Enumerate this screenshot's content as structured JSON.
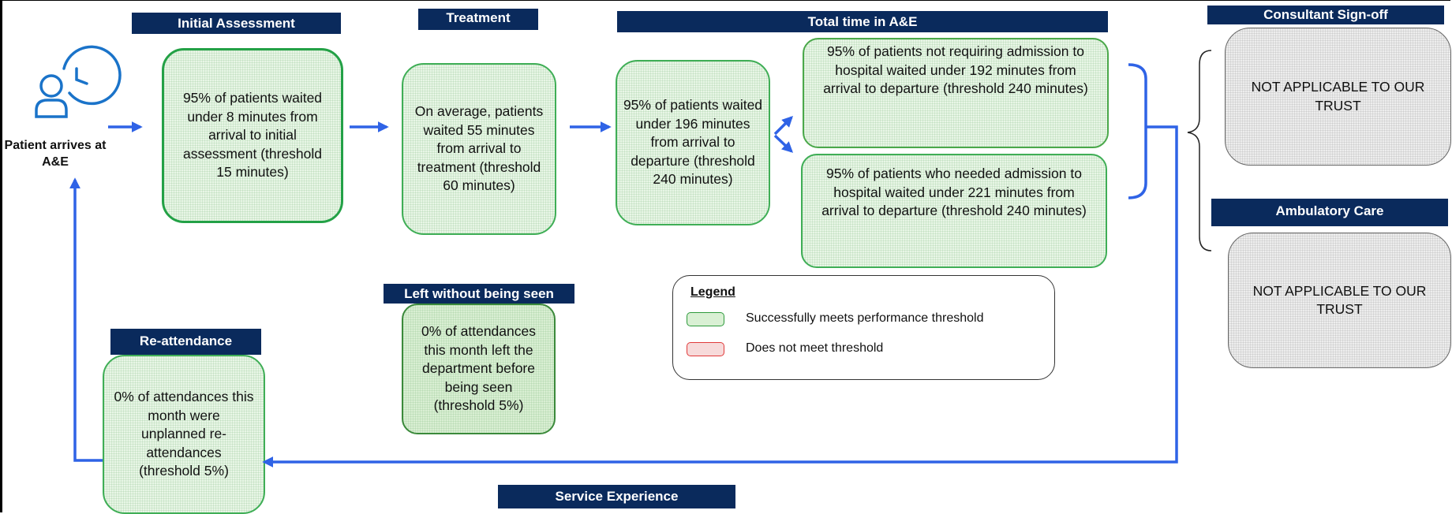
{
  "headers": {
    "initial_assessment": "Initial Assessment",
    "treatment": "Treatment",
    "total_time": "Total time in A&E",
    "consultant_signoff": "Consultant Sign-off",
    "ambulatory_care": "Ambulatory Care",
    "left_without_seen": "Left without being seen",
    "re_attendance": "Re-attendance",
    "service_experience": "Service Experience"
  },
  "patient_label": "Patient arrives at A&E",
  "boxes": {
    "initial_assessment": "95% of patients waited under 8 minutes from arrival to initial assessment (threshold 15 minutes)",
    "treatment": "On average, patients waited 55 minutes from arrival to treatment (threshold 60 minutes)",
    "total_time": "95% of patients waited under 196 minutes from arrival to departure (threshold 240 minutes)",
    "not_admitted": "95% of patients not requiring admission to hospital waited under 192 minutes from arrival to departure (threshold 240 minutes)",
    "admitted": "95% of patients who needed admission to hospital waited under 221 minutes from arrival to departure (threshold 240 minutes)",
    "consultant_signoff": "NOT APPLICABLE TO OUR TRUST",
    "ambulatory_care": "NOT APPLICABLE TO OUR TRUST",
    "left_without_seen": "0% of attendances this month left the department before being seen (threshold 5%)",
    "re_attendance": "0% of attendances this month were unplanned re-attendances (threshold 5%)"
  },
  "legend": {
    "title": "Legend",
    "items": [
      {
        "label": "Successfully meets performance threshold",
        "color": "#2e9a3c"
      },
      {
        "label": "Does not meet threshold",
        "color": "#e03a3a"
      }
    ]
  },
  "colors": {
    "header_bg": "#0a2a5c",
    "arrow": "#2f63e6",
    "meets": "#3fae56"
  }
}
